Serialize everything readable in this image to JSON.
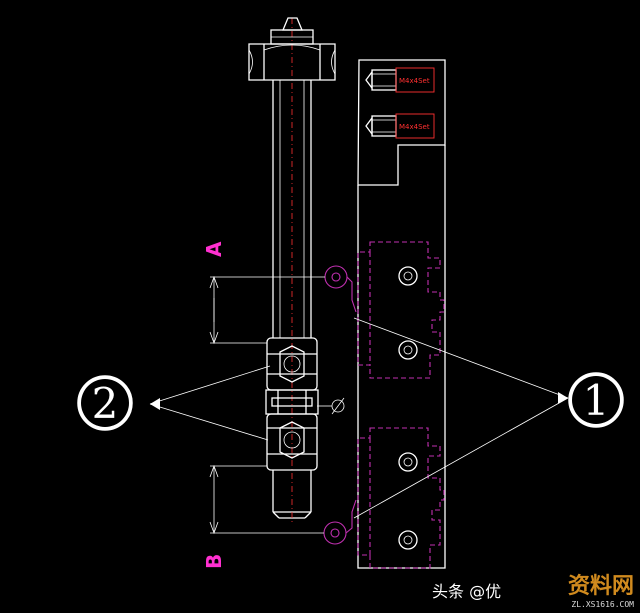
{
  "labels": {
    "callout_1": "1",
    "callout_2": "2",
    "section_top": "A",
    "section_bottom": "B",
    "diameter_symbol": "⌀"
  },
  "screw_text": "M4x4Set",
  "footer": {
    "source": "头条 @优"
  },
  "watermark": {
    "main": "资料网",
    "sub": "ZL.XS1616.COM"
  },
  "colors": {
    "background": "#000000",
    "outline": "#ffffff",
    "centerline": "#ff3030",
    "hidden_part": "#c030b0",
    "section_label": "#ff30d0",
    "watermark": "#d08a1e"
  }
}
